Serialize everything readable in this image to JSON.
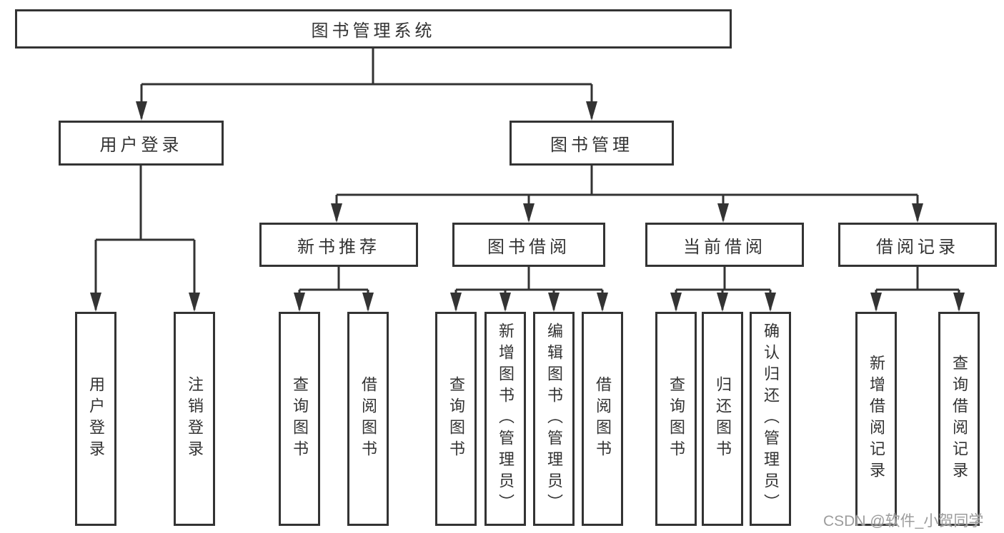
{
  "tree": {
    "root": {
      "label": "图书管理系统"
    },
    "branches": [
      {
        "label": "用户登录",
        "children": [
          {
            "label": "用户登录"
          },
          {
            "label": "注销登录"
          }
        ]
      },
      {
        "label": "图书管理",
        "children": [
          {
            "label": "新书推荐",
            "children": [
              {
                "label": "查询图书"
              },
              {
                "label": "借阅图书"
              }
            ]
          },
          {
            "label": "图书借阅",
            "children": [
              {
                "label": "查询图书"
              },
              {
                "label": "新增图书（管理员）"
              },
              {
                "label": "编辑图书（管理员）"
              },
              {
                "label": "借阅图书"
              }
            ]
          },
          {
            "label": "当前借阅",
            "children": [
              {
                "label": "查询图书"
              },
              {
                "label": "归还图书"
              },
              {
                "label": "确认归还（管理员）"
              }
            ]
          },
          {
            "label": "借阅记录",
            "children": [
              {
                "label": "新增借阅记录"
              },
              {
                "label": "查询借阅记录"
              }
            ]
          }
        ]
      }
    ]
  },
  "watermark": {
    "text": "CSDN @软件_小贺同学"
  },
  "colors": {
    "line": "#333333",
    "box_border": "#333333",
    "box_background": "#ffffff",
    "text": "#333333",
    "watermark": "#9c9c9c"
  }
}
